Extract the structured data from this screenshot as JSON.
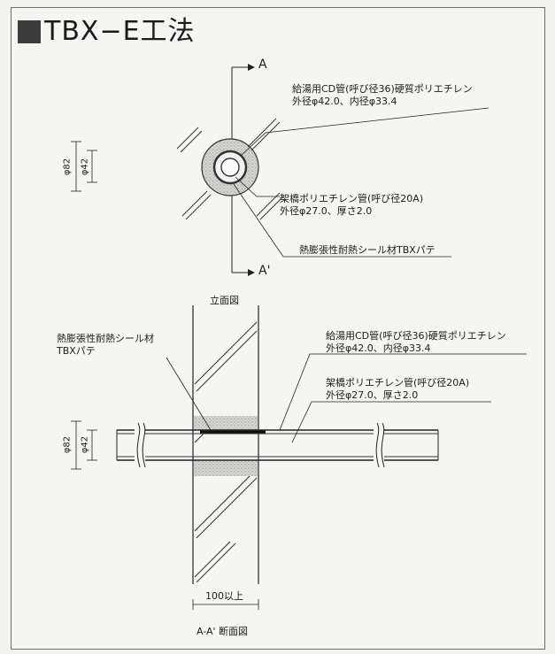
{
  "title": "TBX−E工法",
  "elevation": {
    "axis_a": "A",
    "axis_a_prime": "A'",
    "label_cd_pipe_line1": "給湯用CD管(呼び径36)硬質ポリエチレン",
    "label_cd_pipe_line2": "外径φ42.0、内径φ33.4",
    "label_pe_pipe_line1": "架橋ポリエチレン管(呼び径20A)",
    "label_pe_pipe_line2": "外径φ27.0、厚さ2.0",
    "label_sealant": "熱膨張性耐熱シール材TBXパテ",
    "dim_82": "φ82",
    "dim_42": "φ42",
    "caption": "立面図"
  },
  "section": {
    "label_sealant_line1": "熱膨張性耐熱シール材",
    "label_sealant_line2": "TBXパテ",
    "label_cd_pipe_line1": "給湯用CD管(呼び径36)硬質ポリエチレン",
    "label_cd_pipe_line2": "外径φ42.0、内径φ33.4",
    "label_pe_pipe_line1": "架橋ポリエチレン管(呼び径20A)",
    "label_pe_pipe_line2": "外径φ27.0、厚さ2.0",
    "dim_82": "φ82",
    "dim_42": "φ42",
    "dim_wall": "100以上",
    "caption": "A-A' 断面図"
  }
}
